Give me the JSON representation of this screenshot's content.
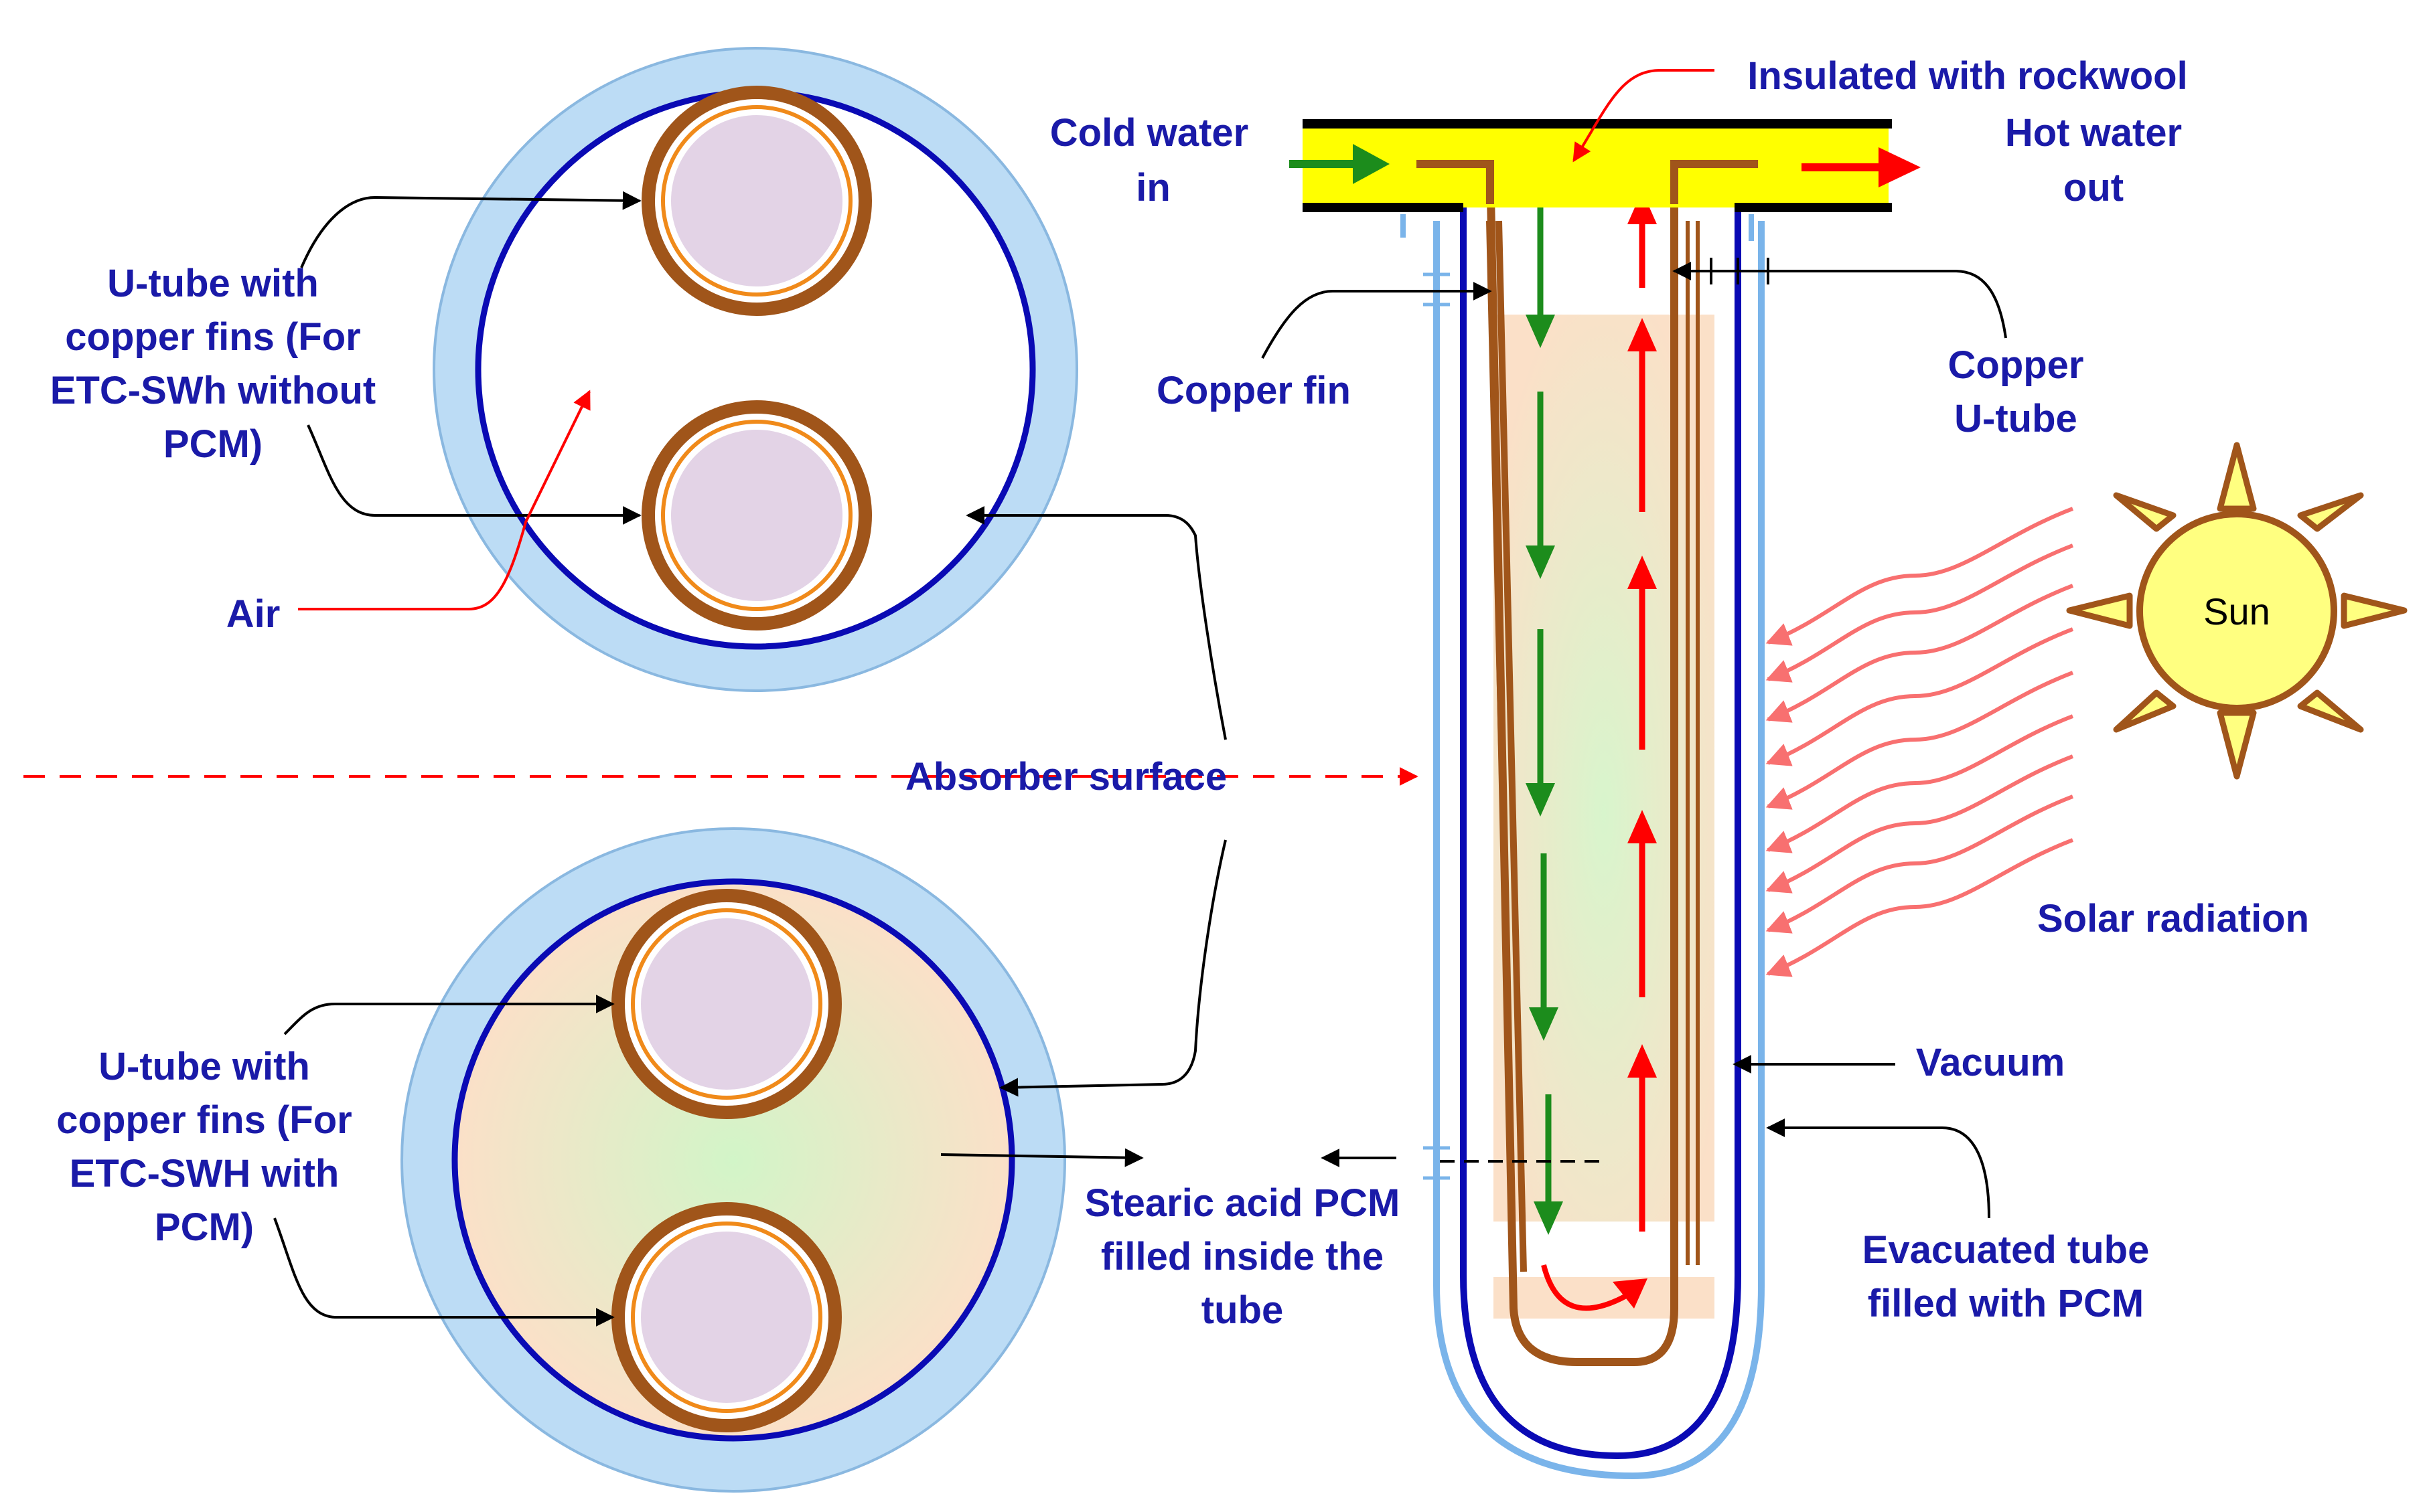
{
  "labels": {
    "insulated": "Insulated with rockwool",
    "cold_water_1": "Cold water",
    "cold_water_2": "in",
    "hot_water_1": "Hot water",
    "hot_water_2": "out",
    "copper_fin": "Copper fin",
    "copper_utube_1": "Copper",
    "copper_utube_2": "U-tube",
    "utube_top_1": "U-tube with",
    "utube_top_2": "copper fins (For",
    "utube_top_3": "ETC-SWh without",
    "utube_top_4": "PCM)",
    "air": "Air",
    "absorber": "Absorber surface",
    "sun": "Sun",
    "solar_radiation": "Solar radiation",
    "vacuum": "Vacuum",
    "utube_bot_1": "U-tube with",
    "utube_bot_2": "copper fins (For",
    "utube_bot_3": "ETC-SWH with",
    "utube_bot_4": "PCM)",
    "stearic_1": "Stearic acid PCM",
    "stearic_2": "filled inside the",
    "stearic_3": "tube",
    "evacuated_1": "Evacuated tube",
    "evacuated_2": "filled with PCM"
  },
  "colors": {
    "label_text": "#1a1aa8",
    "outer_glass": "#bcdcf5",
    "absorber_ring": "#0a0ab4",
    "copper": "#a0551a",
    "pcm_fill": "#fbe0c8",
    "insulation": "#ffff00",
    "hot_arrow": "#ff0000",
    "cold_arrow": "#1c8c1c",
    "sun_fill": "#ffff80",
    "radiation": "#f87070"
  }
}
